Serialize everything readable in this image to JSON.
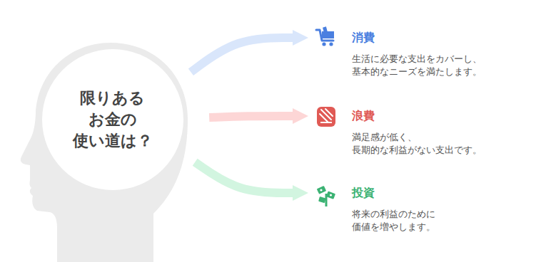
{
  "diagram": {
    "nodes": [
      {
        "text": [
          "限りある お金の 使い道は？"
        ]
      },
      {
        "text": [
          "消費",
          "生活に必要な支出をカバーし、 基本的なニーズを満たします。"
        ]
      },
      {
        "text": [
          "浪費",
          "満足感が低く、 長期的な利益がない支出です。"
        ]
      },
      {
        "text": [
          "投資",
          "将来の利益のために 価値を増やします。"
        ]
      }
    ],
    "edges": [
      {
        "from": 0,
        "to": 1,
        "arrow": "to"
      },
      {
        "from": 0,
        "to": 2,
        "arrow": "to"
      },
      {
        "from": 0,
        "to": 3,
        "arrow": "to"
      }
    ]
  }
}
